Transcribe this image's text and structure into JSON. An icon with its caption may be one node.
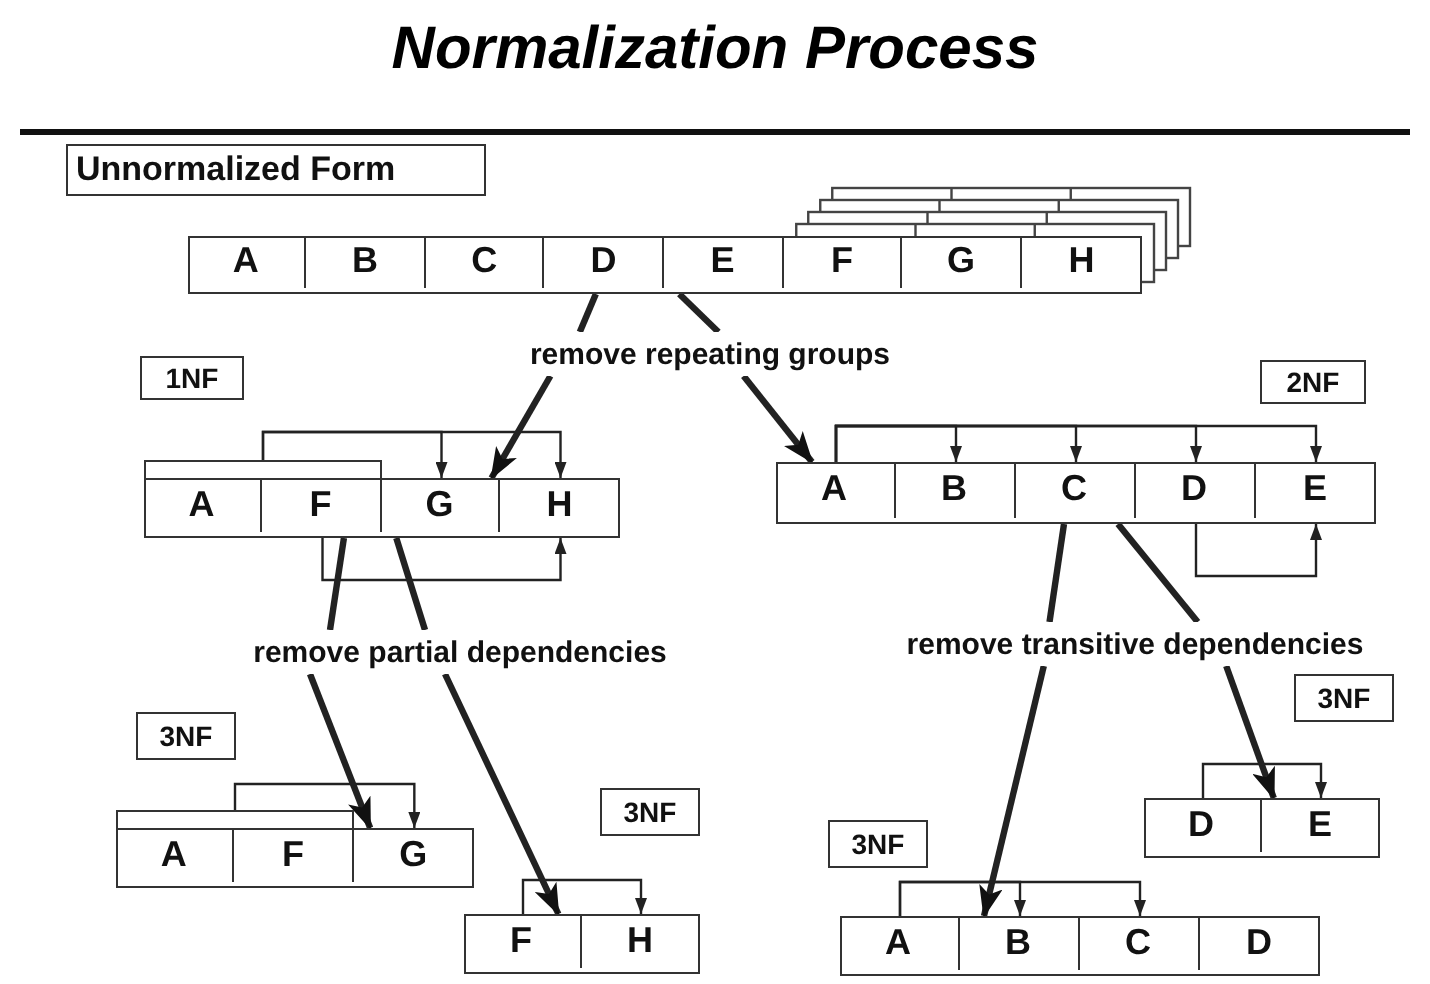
{
  "diagram": {
    "title": "Normalization Process",
    "nodes": [
      {
        "text": [
          "Unnormalized Form"
        ]
      },
      {
        "text": [],
        "shape": "box"
      },
      {
        "text": [
          "A"
        ],
        "in": 1
      },
      {
        "text": [
          "B"
        ],
        "in": 1
      },
      {
        "text": [
          "C"
        ],
        "in": 1
      },
      {
        "text": [
          "D"
        ],
        "in": 1
      },
      {
        "text": [
          "E"
        ],
        "in": 1
      },
      {
        "text": [
          "F"
        ],
        "in": 1
      },
      {
        "text": [
          "G"
        ],
        "in": 1
      },
      {
        "text": [
          "H"
        ],
        "in": 1
      },
      {
        "text": [
          "remove repeating groups"
        ]
      },
      {
        "text": [
          "1NF"
        ]
      },
      {
        "text": [
          "2NF"
        ]
      },
      {
        "text": [],
        "shape": "bar"
      },
      {
        "text": [],
        "shape": "box"
      },
      {
        "text": [
          "A"
        ],
        "in": 14
      },
      {
        "text": [
          "F"
        ],
        "in": 14
      },
      {
        "text": [
          "G"
        ],
        "in": 14
      },
      {
        "text": [
          "H"
        ],
        "in": 14
      },
      {
        "text": [],
        "shape": "box"
      },
      {
        "text": [
          "A"
        ],
        "in": 19
      },
      {
        "text": [
          "B"
        ],
        "in": 19
      },
      {
        "text": [
          "C"
        ],
        "in": 19
      },
      {
        "text": [
          "D"
        ],
        "in": 19
      },
      {
        "text": [
          "E"
        ],
        "in": 19
      },
      {
        "text": [
          "remove partial dependencies"
        ]
      },
      {
        "text": [
          "remove transitive dependencies"
        ]
      },
      {
        "text": [
          "3NF"
        ]
      },
      {
        "text": [
          "3NF"
        ]
      },
      {
        "text": [],
        "shape": "bar"
      },
      {
        "text": [],
        "shape": "box"
      },
      {
        "text": [
          "A"
        ],
        "in": 30
      },
      {
        "text": [
          "F"
        ],
        "in": 30
      },
      {
        "text": [
          "G"
        ],
        "in": 30
      },
      {
        "text": [
          "3NF"
        ]
      },
      {
        "text": [
          "3NF"
        ]
      },
      {
        "text": [],
        "shape": "box"
      },
      {
        "text": [
          "D"
        ],
        "in": 36
      },
      {
        "text": [
          "E"
        ],
        "in": 36
      },
      {
        "text": [],
        "shape": "box"
      },
      {
        "text": [
          "F"
        ],
        "in": 39
      },
      {
        "text": [
          "H"
        ],
        "in": 39
      },
      {
        "text": [],
        "shape": "box"
      },
      {
        "text": [
          "A"
        ],
        "in": 42
      },
      {
        "text": [
          "B"
        ],
        "in": 42
      },
      {
        "text": [
          "C"
        ],
        "in": 42
      },
      {
        "text": [
          "D"
        ],
        "in": 42
      }
    ],
    "edges": [
      {
        "from": 5,
        "to": 10,
        "arrow": "none",
        "style": "thick"
      },
      {
        "from": 10,
        "to": 14,
        "arrow": "to",
        "style": "thick"
      },
      {
        "from": 6,
        "to": 10,
        "arrow": "none",
        "style": "thick"
      },
      {
        "from": 10,
        "to": 19,
        "arrow": "to",
        "style": "thick"
      },
      {
        "from": 13,
        "to": 17,
        "arrow": "to"
      },
      {
        "from": 13,
        "to": 18,
        "arrow": "to"
      },
      {
        "from": 16,
        "to": 18,
        "arrow": "to"
      },
      {
        "from": 20,
        "to": 21,
        "arrow": "to"
      },
      {
        "from": 20,
        "to": 22,
        "arrow": "to"
      },
      {
        "from": 20,
        "to": 23,
        "arrow": "to"
      },
      {
        "from": 20,
        "to": 24,
        "arrow": "to"
      },
      {
        "from": 23,
        "to": 24,
        "arrow": "to"
      },
      {
        "from": 14,
        "to": 25,
        "arrow": "none",
        "style": "thick"
      },
      {
        "from": 14,
        "to": 25,
        "arrow": "none",
        "style": "thick"
      },
      {
        "from": 25,
        "to": 30,
        "arrow": "to",
        "style": "thick"
      },
      {
        "from": 25,
        "to": 39,
        "arrow": "to",
        "style": "thick"
      },
      {
        "from": 19,
        "to": 26,
        "arrow": "none",
        "style": "thick"
      },
      {
        "from": 19,
        "to": 26,
        "arrow": "none",
        "style": "thick"
      },
      {
        "from": 26,
        "to": 42,
        "arrow": "to",
        "style": "thick"
      },
      {
        "from": 26,
        "to": 36,
        "arrow": "to",
        "style": "thick"
      },
      {
        "from": 29,
        "to": 33,
        "arrow": "to"
      },
      {
        "from": 40,
        "to": 41,
        "arrow": "to"
      },
      {
        "from": 37,
        "to": 38,
        "arrow": "to"
      },
      {
        "from": 43,
        "to": 44,
        "arrow": "to"
      },
      {
        "from": 43,
        "to": 45,
        "arrow": "to"
      }
    ]
  }
}
